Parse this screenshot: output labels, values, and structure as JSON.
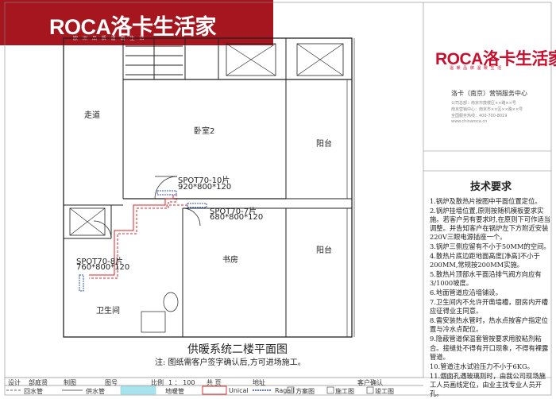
{
  "banner": {
    "logo": "ROCA洛卡生活家",
    "sub": "欧 洲 品 质   温 暖 生 活"
  },
  "brand": {
    "logo": "ROCA洛卡生活家",
    "sub": "温 暖 品 牌   温 暖 生 活"
  },
  "service": {
    "title": "洛卡（南京）营销服务中心",
    "lines": [
      "公司总部：南京市鼓楼区××路××号",
      "南京营销中心：南京市××区××路××号",
      "全国服务热线：400-700-8019",
      "www.chinaroca.cn"
    ]
  },
  "requirements": {
    "title": "技术要求",
    "items": [
      "1.锅炉及散热片按图中平面位置定位。",
      "2.锅炉挂墙位置,原则按随机模板要求实施。若客户另有要求时,在原则下可作适当调整。并告知客户在锅炉左下方附近安装220V三眼电源插座一个。",
      "3.锅炉三侧应留有不小于50MM的空间。",
      "4.散热片底边距地面高度[净高]不小于200MM,常规按200MM实施。",
      "5.散热片顶部水平面沿排气阀方向应有3/1000坡度。",
      "6.地面管道应沿墙铺设。",
      "7.卫生间内不允许开凿墙槽，厨房内开槽应征得业主同意。",
      "8.需安装热水管时，热水点按客户指定位置与冷水点配位。",
      "9.隐蔽管道保温套管按要求用胶粘剂粘合。接缝处不得有开口现象，不得有裸露管道。",
      "10.管道注水试验压力不小于6KG。",
      "11.烟囱孔遇玻璃则时，由我公司现场施工人员画线定位，由业主找专业人员开孔。"
    ]
  },
  "rooms": {
    "corridor": "走道",
    "bedroom2": "卧室2",
    "balcony1": "阳台",
    "balcony2": "阳台",
    "study": "书房",
    "bathroom": "卫生间"
  },
  "radiators": [
    {
      "model": "SPOT70-10片",
      "size": "920*800*120"
    },
    {
      "model": "SPOT70-7片",
      "size": "680*800*120"
    },
    {
      "model": "SPOT70-8片",
      "size": "760*800*120"
    }
  ],
  "plan": {
    "title": "供暖系统二楼平面图",
    "note": "注: 图纸需客户签字确认后,方可进场施工。"
  },
  "title_block": {
    "row1": [
      "设计",
      "部庭贤",
      "制图",
      "图号",
      "比例",
      "1 ： 100",
      "共    页",
      "地址",
      "客户确认"
    ],
    "row2": [
      "回水管",
      "供水管",
      "地暖管",
      "Unical",
      "Ragall",
      "方案图",
      "施工图",
      "竣工图"
    ]
  },
  "colors": {
    "banner": "#a5161f",
    "brand": "#c8102e",
    "supply_pipe": "#e02020",
    "return_pipe": "#3050c0",
    "floor_heat": "#a8e4ee"
  }
}
